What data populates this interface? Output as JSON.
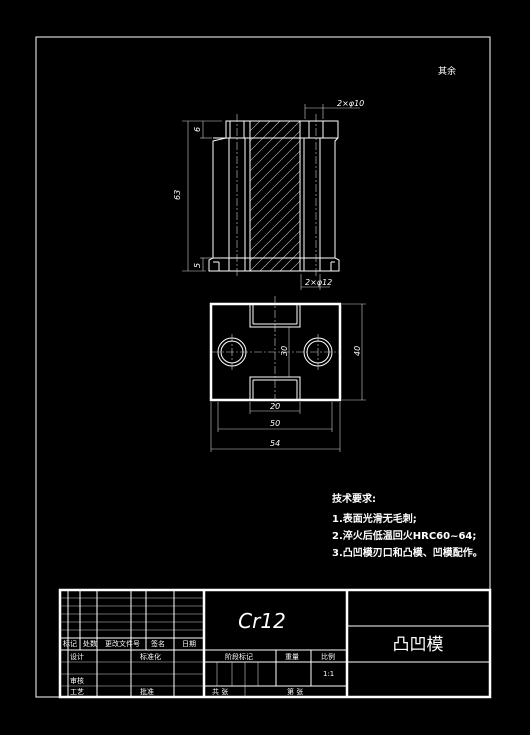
{
  "corner_note": "其余",
  "dimensions": {
    "hole_top": "2×φ10",
    "hole_bottom": "2×φ12",
    "d_6": "6",
    "d_63": "63",
    "d_5": "5",
    "d_30": "30",
    "d_40": "40",
    "d_20": "20",
    "d_50": "50",
    "d_54": "54"
  },
  "tech_requirements": {
    "title": "技术要求:",
    "items": [
      "1.表面光滑无毛刺;",
      "2.淬火后低温回火HRC60~64;",
      "3.凸凹模刃口和凸模、凹模配作。"
    ]
  },
  "title_block": {
    "material": "Cr12",
    "part_name": "凸凹模",
    "mark_label": "标记",
    "count_label": "处数",
    "doc_label": "更改文件号",
    "sign_label": "签名",
    "date_label": "日期",
    "design_label": "设计",
    "std_label": "标准化",
    "review_label": "审核",
    "process_label": "工艺",
    "approve_label": "批准",
    "stage_label": "阶段标记",
    "weight_label": "重量",
    "scale_label": "比例",
    "scale_value": "1:1",
    "sheets_label": "共 张",
    "sheet_label": "第 张"
  }
}
